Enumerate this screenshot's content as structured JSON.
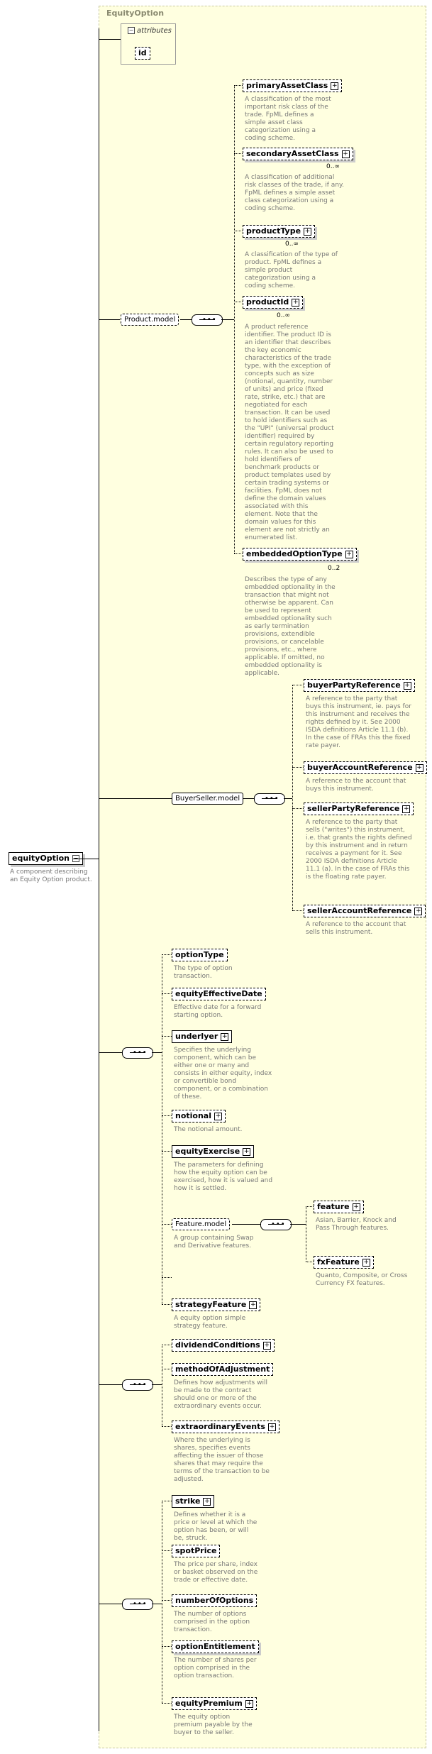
{
  "root": {
    "name": "equityOption",
    "description": "A component describing an Equity Option product."
  },
  "group": {
    "title": "EquityOption",
    "attributes_label": "attributes",
    "attributes": [
      "id"
    ]
  },
  "product_model": {
    "label": "Product.model",
    "elements": [
      {
        "name": "primaryAssetClass",
        "card": "",
        "desc": "A classification of the most important risk class of the trade. FpML defines a simple asset class categorization using a coding scheme."
      },
      {
        "name": "secondaryAssetClass",
        "card": "0..∞",
        "desc": "A classification of additional risk classes of the trade, if any. FpML defines a simple asset class categorization using a coding scheme."
      },
      {
        "name": "productType",
        "card": "0..∞",
        "desc": "A classification of the type of product. FpML defines a simple product categorization using a coding scheme."
      },
      {
        "name": "productId",
        "card": "0..∞",
        "desc": "A product reference identifier. The product ID is an identifier that describes the key economic characteristics of the trade type, with the exception of concepts such as size (notional, quantity, number of units) and price (fixed rate, strike, etc.) that are negotiated for each transaction. It can be used to hold identifiers such as the \"UPI\" (universal product identifier) required by certain regulatory reporting rules. It can also be used to hold identifiers of benchmark products or product templates used by certain trading systems or facilities. FpML does not define the domain values associated with this element. Note that the domain values for this element are not strictly an enumerated list."
      },
      {
        "name": "embeddedOptionType",
        "card": "0..2",
        "desc": "Describes the type of any embedded optionality in the transaction that might not otherwise be apparent. Can be used to represent embedded optionality such as early termination provisions, extendible provisions, or cancelable provisions, etc., where applicable. If omitted, no embedded optionality is applicable."
      }
    ]
  },
  "buyer_seller_model": {
    "label": "BuyerSeller.model",
    "elements": [
      {
        "name": "buyerPartyReference",
        "desc": "A reference to the party that buys this instrument, ie. pays for this instrument and receives the rights defined by it. See 2000 ISDA definitions Article 11.1 (b). In the case of FRAs this the fixed rate payer."
      },
      {
        "name": "buyerAccountReference",
        "desc": "A reference to the account that buys this instrument."
      },
      {
        "name": "sellerPartyReference",
        "desc": "A reference to the party that sells (\"writes\") this instrument, i.e. that grants the rights defined by this instrument and in return receives a payment for it. See 2000 ISDA definitions Article 11.1 (a). In the case of FRAs this is the floating rate payer."
      },
      {
        "name": "sellerAccountReference",
        "desc": "A reference to the account that sells this instrument."
      }
    ]
  },
  "seq1": {
    "elements": [
      {
        "name": "optionType",
        "desc": "The type of option transaction."
      },
      {
        "name": "equityEffectiveDate",
        "desc": "Effective date for a forward starting option."
      },
      {
        "name": "underlyer",
        "desc": "Specifies the underlying component, which can be either one or many and consists in either equity, index or convertible bond component, or a combination of these."
      },
      {
        "name": "notional",
        "desc": "The notional amount."
      },
      {
        "name": "equityExercise",
        "desc": "The parameters for defining how the equity option can be exercised, how it is valued and how it is settled."
      }
    ],
    "feature_model": {
      "label": "Feature.model",
      "desc": "A group containing Swap and Derivative features.",
      "elements": [
        {
          "name": "feature",
          "desc": "Asian, Barrier, Knock and Pass Through features."
        },
        {
          "name": "fxFeature",
          "desc": "Quanto, Composite, or Cross Currency FX features."
        }
      ]
    },
    "strategy": {
      "name": "strategyFeature",
      "desc": "A equity option simple strategy feature."
    }
  },
  "seq2": {
    "elements": [
      {
        "name": "dividendConditions",
        "desc": ""
      },
      {
        "name": "methodOfAdjustment",
        "desc": "Defines how adjustments will be made to the contract should one or more of the extraordinary events occur."
      },
      {
        "name": "extraordinaryEvents",
        "desc": "Where the underlying is shares, specifies events affecting the issuer of those shares that may require the terms of the transaction to be adjusted."
      }
    ]
  },
  "seq3": {
    "elements": [
      {
        "name": "strike",
        "desc": "Defines whether it is a price or level at which the option has been, or will be, struck."
      },
      {
        "name": "spotPrice",
        "desc": "The price per share, index or basket observed on the trade or effective date."
      },
      {
        "name": "numberOfOptions",
        "desc": "The number of options comprised in the option transaction."
      },
      {
        "name": "optionEntitlement",
        "desc": "The number of shares per option comprised in the option transaction."
      },
      {
        "name": "equityPremium",
        "desc": "The equity option premium payable by the buyer to the seller."
      }
    ]
  }
}
